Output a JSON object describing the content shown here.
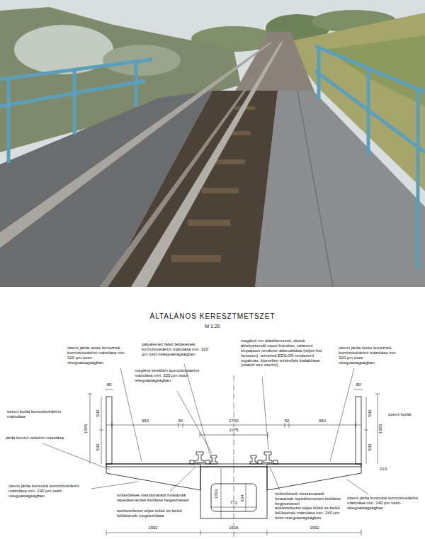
{
  "diagram": {
    "title": "ÁLTALÁNOS KERESZTMETSZET",
    "labels": [
      "M 1:20",
      "üzemi járda recés lemeznek korrózióvédelmi mázolása min. 320 µm össz-rétegvastagságban",
      "pályalemez felső felületének korrózióvédelmi mázolása min. 320 µm össz-rétegvastagságban",
      "meglévő terelősín korrózióvédelmi mázolása min. 320 µm össz-rétegvastagságban",
      "meglévő sín alátétlemezek, diutok áthelyezendő epoxi kiöntése, valamint sínpapucs rendszer átbeválítása (teljes híd hosszon). tervezett EDILON rendszerű rugalmas, közvetlen sínlerőtés kialakítása (csatolt terv szerint).",
      "üzemi járda recés lemeznek korrózióvédelmi mázolása min. 320 µm össz-rétegvastagságban",
      "üzemi korlát korrózióvédelmi mázolása",
      "üzemi korlát",
      "járda konzol védelmi mázolása",
      "üzemi járda konzolok korrózióvédelmi mázolása min. 240 µm össz-rétegvastagságban",
      "sínlerőtések visszamaradt furatainak repedésmentes kitöltése hegesztéssel",
      "üzemi járda konzolok korrózióvédelmi mázolása min. 240 µm össz-rétegvastagságban",
      "sínlerőtések visszamaradt furatainak repedésmentes kitöltése hegesztéssel",
      "acélszerkezet teljes külső és belső felületének megtisztítása",
      "acélszerkezet teljes külső és belső felületének mázolása min. 240 µm össz-rétegvastagságban",
      "80",
      "500",
      "1005",
      "500",
      "950",
      "50",
      "2700",
      "1075",
      "50",
      "950",
      "80",
      "500",
      "1005",
      "500",
      "210",
      "1693",
      "834",
      "772",
      "1516",
      "1592",
      "1592"
    ]
  }
}
